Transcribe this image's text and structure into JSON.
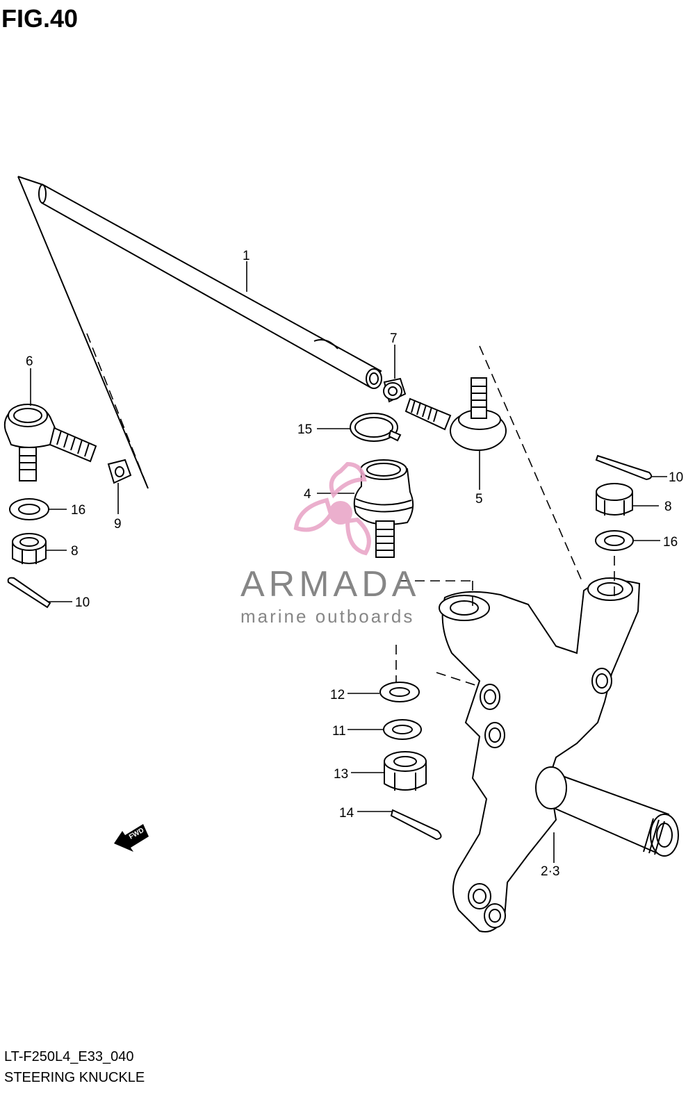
{
  "figure": {
    "title": "FIG.40",
    "code": "LT-F250L4_E33_040",
    "name": "STEERING KNUCKLE"
  },
  "callouts": {
    "p1": "1",
    "p4": "4",
    "p5": "5",
    "p6": "6",
    "p7": "7",
    "p8_left": "8",
    "p8_right": "8",
    "p9": "9",
    "p10_left": "10",
    "p10_right": "10",
    "p11": "11",
    "p12": "12",
    "p13": "13",
    "p14": "14",
    "p15": "15",
    "p16_left": "16",
    "p16_right": "16",
    "p2_3": "2·3"
  },
  "direction_arrow": {
    "label": "FWD"
  },
  "watermark": {
    "brand": "ARMADA",
    "tagline": "marine outboards",
    "color": "#e9a7c8"
  }
}
